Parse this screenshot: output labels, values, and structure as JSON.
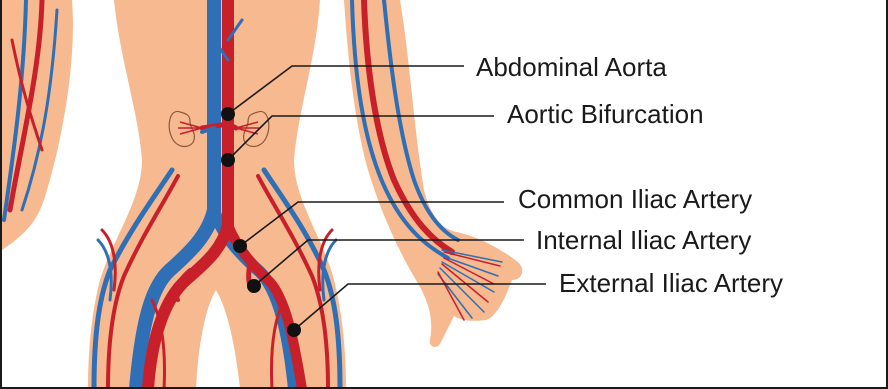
{
  "labels": {
    "abdominal_aorta": "Abdominal Aorta",
    "aortic_bifurcation": "Aortic Bifurcation",
    "common_iliac_artery": "Common Iliac Artery",
    "internal_iliac_artery": "Internal Iliac Artery",
    "external_iliac_artery": "External Iliac Artery"
  },
  "colors": {
    "skin": "#f7b98f",
    "artery": "#c8202b",
    "vein": "#2f6fb5",
    "marker": "#111111",
    "leader_line": "#1a1a1a"
  }
}
